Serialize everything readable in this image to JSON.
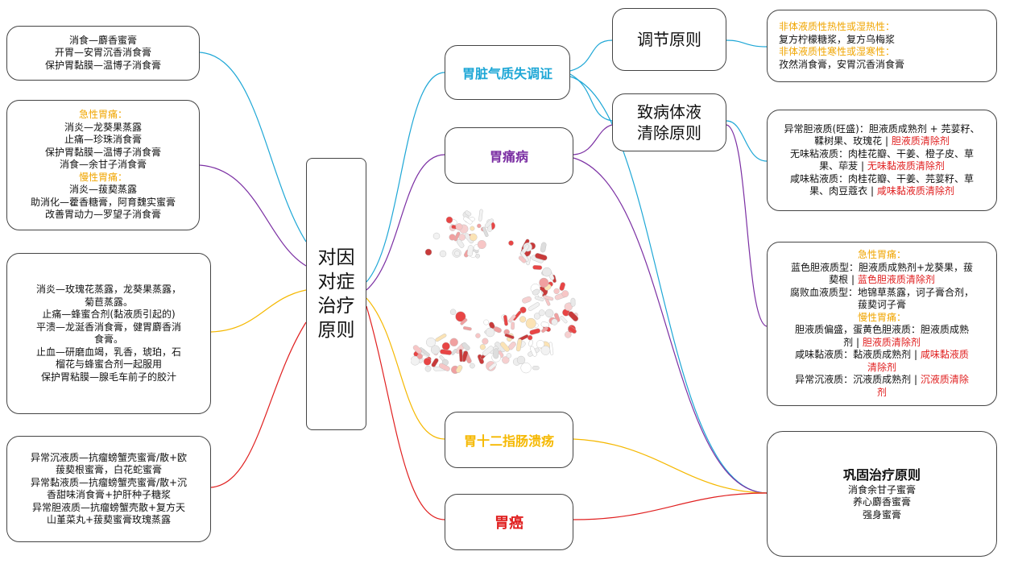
{
  "center": {
    "lines": [
      "对因",
      "对症",
      "治疗",
      "原则"
    ]
  },
  "branches": {
    "b1": {
      "label": "胃脏气质失调证",
      "color": "#1ea7d6"
    },
    "b2": {
      "label": "胃痛病",
      "color": "#7b2fa3"
    },
    "b3": {
      "label": "胃十二指肠溃疡",
      "color": "#f5b800"
    },
    "b4": {
      "label": "胃癌",
      "color": "#e02020"
    }
  },
  "regulate": {
    "label": "调节原则"
  },
  "clear": {
    "lines": [
      "致病体液",
      "清除原则"
    ]
  },
  "consolidate": {
    "title": "巩固治疗原则",
    "items": [
      "消食余甘子蜜膏",
      "养心麝香蜜膏",
      "强身蜜膏"
    ]
  },
  "left_boxes": [
    {
      "lines": [
        {
          "segs": [
            {
              "t": "消食—麝香蜜膏",
              "c": ""
            }
          ]
        },
        {
          "segs": [
            {
              "t": "开胃—安胃沉香消食膏",
              "c": ""
            }
          ]
        },
        {
          "segs": [
            {
              "t": "保护胃黏膜—温博子消食膏",
              "c": ""
            }
          ]
        }
      ]
    },
    {
      "lines": [
        {
          "segs": [
            {
              "t": "急性胃痛：",
              "c": "orange"
            }
          ]
        },
        {
          "segs": [
            {
              "t": "消炎—龙葵果蒸露",
              "c": ""
            }
          ]
        },
        {
          "segs": [
            {
              "t": "止痛—珍珠消食膏",
              "c": ""
            }
          ]
        },
        {
          "segs": [
            {
              "t": "保护胃黏膜—温博子消食膏",
              "c": ""
            }
          ]
        },
        {
          "segs": [
            {
              "t": "消食—余甘子消食膏",
              "c": ""
            }
          ]
        },
        {
          "segs": [
            {
              "t": "慢性胃痛：",
              "c": "orange"
            }
          ]
        },
        {
          "segs": [
            {
              "t": "消炎—菝葜蒸露",
              "c": ""
            }
          ]
        },
        {
          "segs": [
            {
              "t": "助消化—藿香糖膏，阿育魏实蜜膏",
              "c": ""
            }
          ]
        },
        {
          "segs": [
            {
              "t": "改善胃动力—罗望子消食膏",
              "c": ""
            }
          ]
        }
      ]
    },
    {
      "lines": [
        {
          "segs": [
            {
              "t": "消炎—玫瑰花蒸露，龙葵果蒸露，",
              "c": ""
            }
          ]
        },
        {
          "segs": [
            {
              "t": "菊苣蒸露。",
              "c": ""
            }
          ]
        },
        {
          "segs": [
            {
              "t": "止痛—蜂蜜合剂(黏液质引起的)",
              "c": ""
            }
          ]
        },
        {
          "segs": [
            {
              "t": "平溃—龙涎香消食膏，健胃麝香消",
              "c": ""
            }
          ]
        },
        {
          "segs": [
            {
              "t": "食膏。",
              "c": ""
            }
          ]
        },
        {
          "segs": [
            {
              "t": "止血—研磨血竭，乳香，琥珀，石",
              "c": ""
            }
          ]
        },
        {
          "segs": [
            {
              "t": "榴花与蜂蜜合剂一起服用",
              "c": ""
            }
          ]
        },
        {
          "segs": [
            {
              "t": "保护胃粘膜—腺毛车前子的胶汁",
              "c": ""
            }
          ]
        }
      ]
    },
    {
      "lines": [
        {
          "segs": [
            {
              "t": "异常沉液质—抗瘤螃蟹壳蜜膏/散+欧",
              "c": ""
            }
          ]
        },
        {
          "segs": [
            {
              "t": "菝葜根蜜膏，白花蛇蜜膏",
              "c": ""
            }
          ]
        },
        {
          "segs": [
            {
              "t": "异常黏液质—抗瘤螃蟹壳蜜膏/散+沉",
              "c": ""
            }
          ]
        },
        {
          "segs": [
            {
              "t": "香甜味消食膏+护肝种子糖浆",
              "c": ""
            }
          ]
        },
        {
          "segs": [
            {
              "t": "异常胆液质—抗瘤螃蟹壳散+复方天",
              "c": ""
            }
          ]
        },
        {
          "segs": [
            {
              "t": "山堇菜丸+菝葜蜜膏玫瑰蒸露",
              "c": ""
            }
          ]
        }
      ]
    }
  ],
  "right_boxes": [
    {
      "lines": [
        {
          "segs": [
            {
              "t": "非体液质性热性或湿热性：",
              "c": "orange"
            }
          ]
        },
        {
          "segs": [
            {
              "t": "复方柠檬糖浆，复方乌梅浆",
              "c": ""
            }
          ]
        },
        {
          "segs": [
            {
              "t": "非体液质性寒性或湿寒性：",
              "c": "orange"
            }
          ]
        },
        {
          "segs": [
            {
              "t": "孜然消食膏，安胃沉香消食膏",
              "c": ""
            }
          ]
        }
      ]
    },
    {
      "lines": [
        {
          "segs": [
            {
              "t": "异常胆液质(旺盛)：胆液质成熟剂 + 芫荽籽、",
              "c": ""
            }
          ]
        },
        {
          "segs": [
            {
              "t": "鞣树果、玫瑰花 | ",
              "c": ""
            },
            {
              "t": "胆液质清除剂",
              "c": "red"
            }
          ]
        },
        {
          "segs": [
            {
              "t": "无味粘液质：肉桂花瓣、干姜、橙子皮、草",
              "c": ""
            }
          ]
        },
        {
          "segs": [
            {
              "t": "果、荜茇 | ",
              "c": ""
            },
            {
              "t": "无味黏液质清除剂",
              "c": "red"
            }
          ]
        },
        {
          "segs": [
            {
              "t": "咸味粘液质：肉桂花瓣、干姜、芫荽籽、草",
              "c": ""
            }
          ]
        },
        {
          "segs": [
            {
              "t": "果、肉豆蔻衣 | ",
              "c": ""
            },
            {
              "t": "咸味黏液质清除剂",
              "c": "red"
            }
          ]
        }
      ]
    },
    {
      "lines": [
        {
          "segs": [
            {
              "t": "急性胃痛：",
              "c": "orange"
            }
          ]
        },
        {
          "segs": [
            {
              "t": "蓝色胆液质型：胆液质成熟剂+龙葵果，菝",
              "c": ""
            }
          ]
        },
        {
          "segs": [
            {
              "t": "葜根 | ",
              "c": ""
            },
            {
              "t": "蓝色胆液质清除剂",
              "c": "red"
            }
          ]
        },
        {
          "segs": [
            {
              "t": "腐败血液质型：地锦草蒸露，诃子膏合剂，",
              "c": ""
            }
          ]
        },
        {
          "segs": [
            {
              "t": "菝葜诃子膏",
              "c": ""
            }
          ]
        },
        {
          "segs": [
            {
              "t": "慢性胃痛：",
              "c": "orange"
            }
          ]
        },
        {
          "segs": [
            {
              "t": "胆液质偏盛，蛋黄色胆液质：胆液质成熟",
              "c": ""
            }
          ]
        },
        {
          "segs": [
            {
              "t": "剂 | ",
              "c": ""
            },
            {
              "t": "胆液质清除剂",
              "c": "red"
            }
          ]
        },
        {
          "segs": [
            {
              "t": "咸味黏液质：黏液质成熟剂 | ",
              "c": ""
            },
            {
              "t": "咸味黏液质",
              "c": "red"
            }
          ]
        },
        {
          "segs": [
            {
              "t": "清除剂",
              "c": "red"
            }
          ]
        },
        {
          "segs": [
            {
              "t": "异常沉液质：沉液质成熟剂 | ",
              "c": ""
            },
            {
              "t": "沉液质清除",
              "c": "red"
            }
          ]
        },
        {
          "segs": [
            {
              "t": "剂",
              "c": "red"
            }
          ]
        }
      ]
    }
  ]
}
